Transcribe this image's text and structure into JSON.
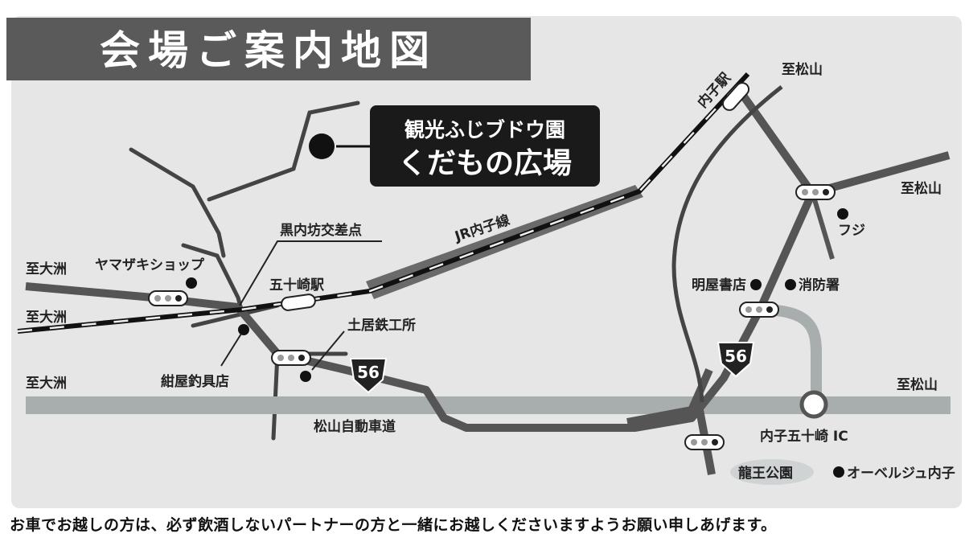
{
  "title": "会場ご案内地図",
  "venue": {
    "line1": "観光ふじブドウ園",
    "line2": "くだもの広場"
  },
  "labels": {
    "to_ozu_1": "至大洲",
    "to_ozu_2": "至大洲",
    "to_ozu_3": "至大洲",
    "to_matsuyama_1": "至松山",
    "to_matsuyama_2": "至松山",
    "to_matsuyama_3": "至松山",
    "yamazaki": "ヤマザキショップ",
    "kurouchibo": "黒内坊交差点",
    "ikazaki_station": "五十崎駅",
    "jr_line": "JR内子線",
    "doi": "土居鉄工所",
    "kon_ya": "紺屋釣具店",
    "expressway": "松山自動車道",
    "uchiko_station": "内子駅",
    "fuji": "フジ",
    "meiya": "明屋書店",
    "fire_station": "消防署",
    "ic": "内子五十崎 IC",
    "ryuo_park": "龍王公園",
    "auberge": "オーベルジュ内子",
    "route_56_a": "56",
    "route_56_b": "56"
  },
  "footer": "お車でお越しの方は、必ず飲酒しないパートナーの方と一緒にお越しくださいますようお願い申しあげます。",
  "colors": {
    "map_bg": "#e6e6e6",
    "road": "#555555",
    "expressway": "#a8adae",
    "title_bg": "#5a5a5a",
    "venue_bg": "#1a1a1a"
  }
}
